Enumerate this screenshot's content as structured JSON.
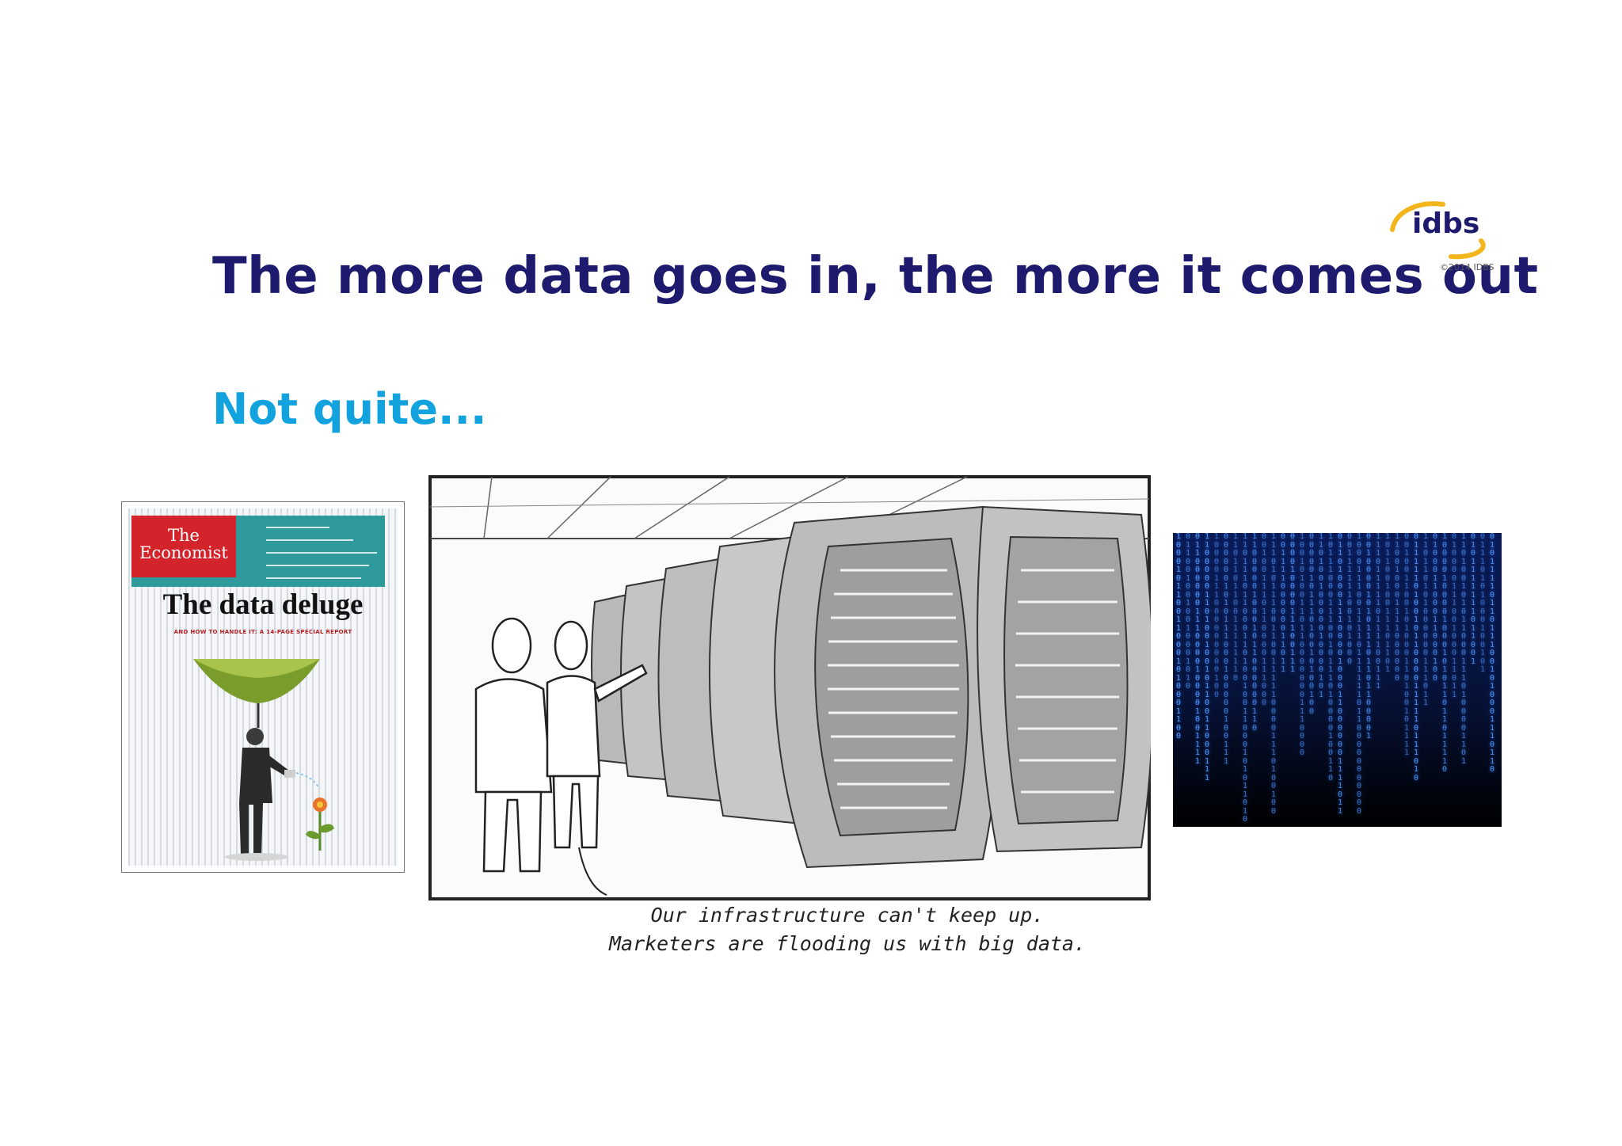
{
  "slide": {
    "title": "The more data goes in, the more it comes out",
    "subtitle": "Not quite...",
    "logo_text": "idbs",
    "copyright": "©2014 IDBS"
  },
  "economist_cover": {
    "masthead_line1": "The",
    "masthead_line2": "Economist",
    "headline": "The data deluge",
    "strapline": "AND HOW TO HANDLE IT: A 14-PAGE SPECIAL REPORT"
  },
  "cartoon": {
    "caption_line1": "Our infrastructure can't keep up.",
    "caption_line2": "Marketers are flooding us with big data."
  },
  "colors": {
    "title": "#1e1b6e",
    "subtitle": "#12a3df",
    "logo_accent": "#f2b51c",
    "economist_red": "#d3232b",
    "matrix_glow": "#5aa0ff"
  }
}
